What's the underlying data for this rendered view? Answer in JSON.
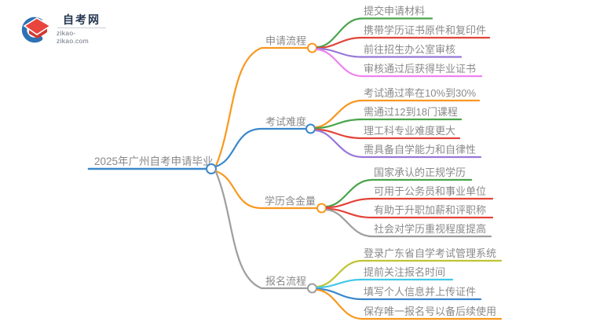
{
  "logo": {
    "title": "自考网",
    "domain": "zikao-zikao.com",
    "cap_color": "#e8453e",
    "swoosh_color": "#2d72b5",
    "title_color": "#243750"
  },
  "center": {
    "label": "2025年广州自考申请毕业",
    "color": "#3a87cc"
  },
  "palette": {
    "orange": "#f89820",
    "blue": "#3a87cc",
    "green": "#4aa44c",
    "red": "#e2443a",
    "purple": "#9878d8",
    "violet": "#ee82ee",
    "gray": "#9e9e9e",
    "lime": "#c0c433",
    "cyan": "#45c8e8",
    "text_gray": "#8a8a8a"
  },
  "branches": [
    {
      "label": "申请流程",
      "color": "#f89820",
      "children": [
        {
          "label": "提交申请材料",
          "color": "#4aa44c"
        },
        {
          "label": "携带学历证书原件和复印件",
          "color": "#e2443a"
        },
        {
          "label": "前往招生办公室审核",
          "color": "#9878d8"
        },
        {
          "label": "审核通过后获得毕业证书",
          "color": "#ee82ee"
        }
      ]
    },
    {
      "label": "考试难度",
      "color": "#3a87cc",
      "children": [
        {
          "label": "考试通过率在10%到30%",
          "color": "#f89820"
        },
        {
          "label": "需通过12到18门课程",
          "color": "#4aa44c"
        },
        {
          "label": "理工科专业难度更大",
          "color": "#e2443a"
        },
        {
          "label": "需具备自学能力和自律性",
          "color": "#9878d8"
        }
      ]
    },
    {
      "label": "学历含金量",
      "color": "#f89820",
      "children": [
        {
          "label": "国家承认的正规学历",
          "color": "#4aa44c"
        },
        {
          "label": "可用于公务员和事业单位",
          "color": "#e2443a"
        },
        {
          "label": "有助于升职加薪和评职称",
          "color": "#e2443a"
        },
        {
          "label": "社会对学历重视程度提高",
          "color": "#9e9e9e"
        }
      ]
    },
    {
      "label": "报名流程",
      "color": "#9e9e9e",
      "children": [
        {
          "label": "登录广东省自学考试管理系统",
          "color": "#c0c433"
        },
        {
          "label": "提前关注报名时间",
          "color": "#45c8e8"
        },
        {
          "label": "填写个人信息并上传证件",
          "color": "#3a87cc"
        },
        {
          "label": "保存唯一报名号以备后续使用",
          "color": "#f89820"
        }
      ]
    }
  ]
}
